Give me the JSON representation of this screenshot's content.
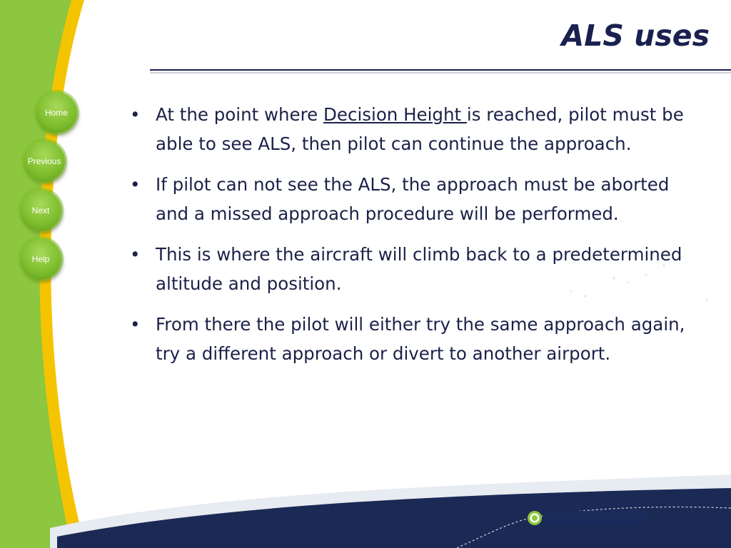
{
  "slide": {
    "title": "ALS uses"
  },
  "nav": {
    "home": "Home",
    "previous": "Previous",
    "next": "Next",
    "help": "Help"
  },
  "bullets": [
    {
      "before": "At the point where ",
      "link": "Decision Height ",
      "after": "is reached, pilot must be able to see ALS, then pilot can continue the approach."
    },
    {
      "text": "If pilot can not see the ALS, the approach must be aborted and a missed approach procedure will be performed."
    },
    {
      "text": "This is where the aircraft will climb back to a predetermined altitude and position."
    },
    {
      "text": "From there the pilot will either try the same approach again, try a different approach or divert to another airport."
    }
  ],
  "bullet_glyph": "•",
  "colors": {
    "navy": "#1a2050",
    "sidebar_green": "#8dc63f",
    "sidebar_yellow": "#f5c400",
    "footer_navy": "#1b2a55",
    "text": "#1b2148"
  }
}
